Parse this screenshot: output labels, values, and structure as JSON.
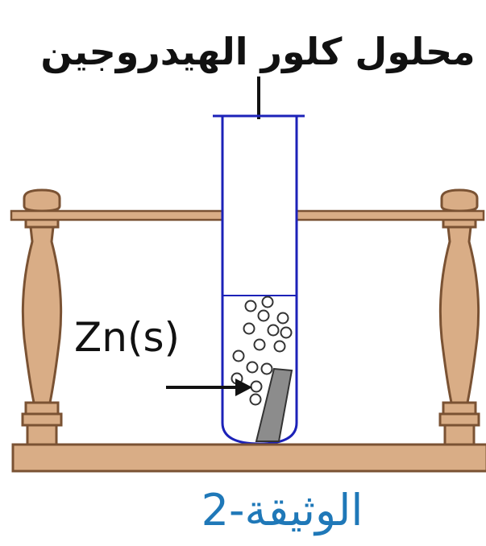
{
  "title_label": "محلول كلور الهيدروجين",
  "metal_label": "Zn(s)",
  "caption": "الوثيقة-2",
  "colors": {
    "wood": "#d9ad86",
    "wood_dark": "#7a5233",
    "tube": "#1c22b8",
    "metal": "#8c8c8c",
    "caption": "#1f78b8"
  }
}
